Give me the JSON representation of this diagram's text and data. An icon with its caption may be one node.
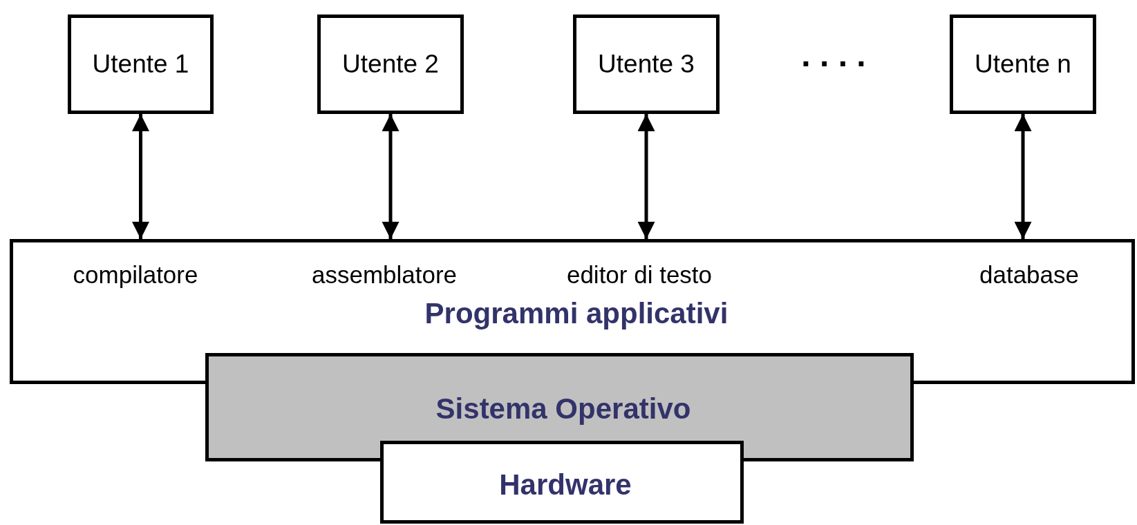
{
  "diagram": {
    "nodes": [
      {
        "text": [
          "Utente 1"
        ]
      },
      {
        "text": [
          "Utente 2"
        ]
      },
      {
        "text": [
          "Utente 3"
        ]
      },
      {
        "text": [
          "Utente n"
        ]
      },
      {
        "text": [
          "compilatore",
          "assemblatore",
          "editor di testo",
          "database",
          "Programmi applicativi"
        ]
      },
      {
        "text": [
          "Sistema Operativo"
        ]
      },
      {
        "text": [
          "Hardware"
        ]
      }
    ],
    "edges": [
      {
        "from": 0,
        "to": 4,
        "arrow": "both"
      },
      {
        "from": 1,
        "to": 4,
        "arrow": "both"
      },
      {
        "from": 2,
        "to": 4,
        "arrow": "both"
      },
      {
        "from": 3,
        "to": 4,
        "arrow": "both"
      }
    ],
    "labels": [
      ". . . ."
    ]
  }
}
